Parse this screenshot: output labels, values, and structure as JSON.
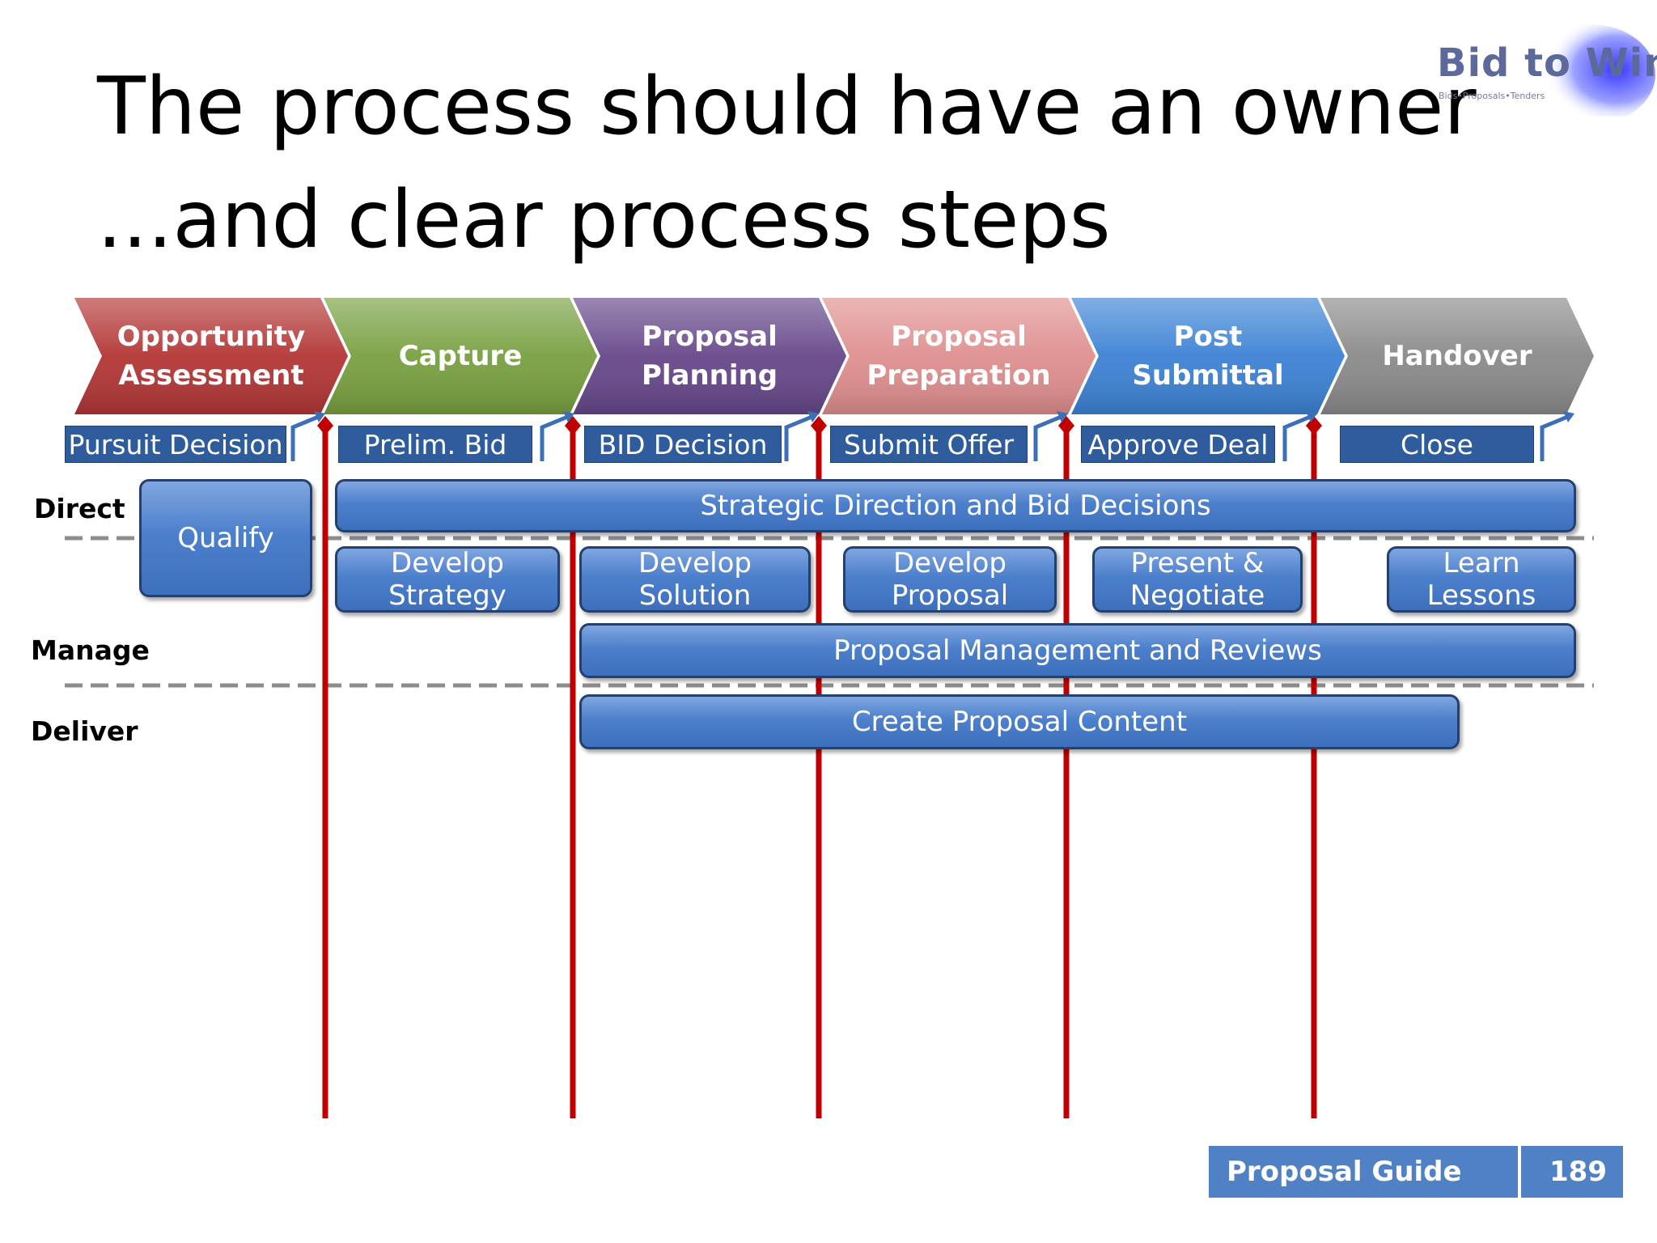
{
  "title": {
    "line1": "The process should have an owner",
    "line2": "...and clear process steps"
  },
  "logo": {
    "text": "Bid to Win",
    "tagline": "Bids•Proposals•Tenders"
  },
  "phases": [
    {
      "line1": "Opportunity",
      "line2": "Assessment",
      "color": "#b33535"
    },
    {
      "line1": "Capture",
      "line2": "",
      "color": "#78a040"
    },
    {
      "line1": "Proposal",
      "line2": "Planning",
      "color": "#66478a"
    },
    {
      "line1": "Proposal",
      "line2": "Preparation",
      "color": "#df8e8e"
    },
    {
      "line1": "Post",
      "line2": "Submittal",
      "color": "#3c82d4"
    },
    {
      "line1": "Handover",
      "line2": "",
      "color": "#8a8a8a"
    }
  ],
  "milestones": [
    "Pursuit Decision",
    "Prelim. Bid",
    "BID Decision",
    "Submit Offer",
    "Approve Deal",
    "Close"
  ],
  "lanes": {
    "direct": "Direct",
    "manage": "Manage",
    "deliver": "Deliver"
  },
  "activities": {
    "qualify": "Qualify",
    "strategic": "Strategic Direction and Bid Decisions",
    "develop_strategy": {
      "line1": "Develop",
      "line2": "Strategy"
    },
    "develop_solution": {
      "line1": "Develop",
      "line2": "Solution"
    },
    "develop_proposal": {
      "line1": "Develop",
      "line2": "Proposal"
    },
    "present_negotiate": {
      "line1": "Present &",
      "line2": "Negotiate"
    },
    "learn_lessons": {
      "line1": "Learn",
      "line2": "Lessons"
    },
    "proposal_management": "Proposal Management and Reviews",
    "create_content": "Create Proposal Content"
  },
  "footer": {
    "title": "Proposal Guide",
    "page": "189"
  },
  "colors": {
    "gate_line": "#c00000",
    "milestone": "#2e5c9c",
    "activity": "#4d80cc",
    "footer": "#4f81c4"
  }
}
